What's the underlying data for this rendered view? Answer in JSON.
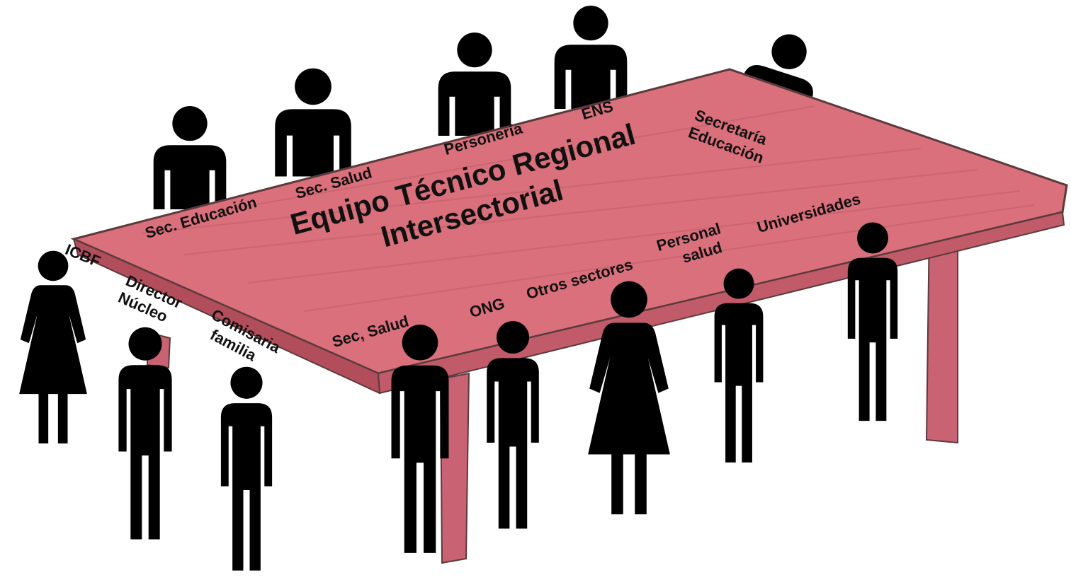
{
  "colors": {
    "table_top": "#d9707c",
    "table_edge": "#b24e5b",
    "table_leg": "#c96272",
    "outline": "#5b3a3c",
    "figure": "#000000"
  },
  "title": {
    "line1": "Equipo Técnico Regional",
    "line2": "Intersectorial"
  },
  "labels": {
    "sec_educacion": "Sec. Educación",
    "sec_salud_back": "Sec. Salud",
    "personeria": "Personería",
    "ens": "ENS",
    "secretaria_l1": "Secretaría",
    "secretaria_l2": "Educación",
    "icbf": "ICBF",
    "director_l1": "Director",
    "director_l2": "Núcleo",
    "comisaria_l1": "Comisaria",
    "comisaria_l2": "familia",
    "sec_salud_front": "Sec, Salud",
    "ong": "ONG",
    "otros_sectores": "Otros sectores",
    "personal_l1": "Personal",
    "personal_l2": "salud",
    "universidades": "Universidades"
  },
  "icons": {
    "seated_person": "seated-person-icon",
    "standing_man": "standing-man-icon",
    "standing_woman": "standing-woman-icon"
  }
}
